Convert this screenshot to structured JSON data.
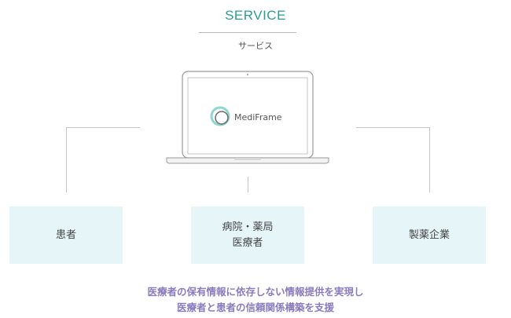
{
  "header": {
    "title": "SERVICE",
    "subtitle": "サービス"
  },
  "product": {
    "name": "MediFrame",
    "logo_icon": "concentric-rings-icon",
    "device_icon": "laptop-icon"
  },
  "stakeholders": [
    {
      "lines": [
        "患者"
      ]
    },
    {
      "lines": [
        "病院・薬局",
        "医療者"
      ]
    },
    {
      "lines": [
        "製薬企業"
      ]
    }
  ],
  "caption": {
    "line1": "医療者の保有情報に依存しない情報提供を実現し",
    "line2": "医療者と患者の信頼関係構築を支援"
  },
  "colors": {
    "title": "#2a9d95",
    "box_fill": "#e6f6f8",
    "caption": "#8a7bc0",
    "connector": "#c6c6c6"
  }
}
